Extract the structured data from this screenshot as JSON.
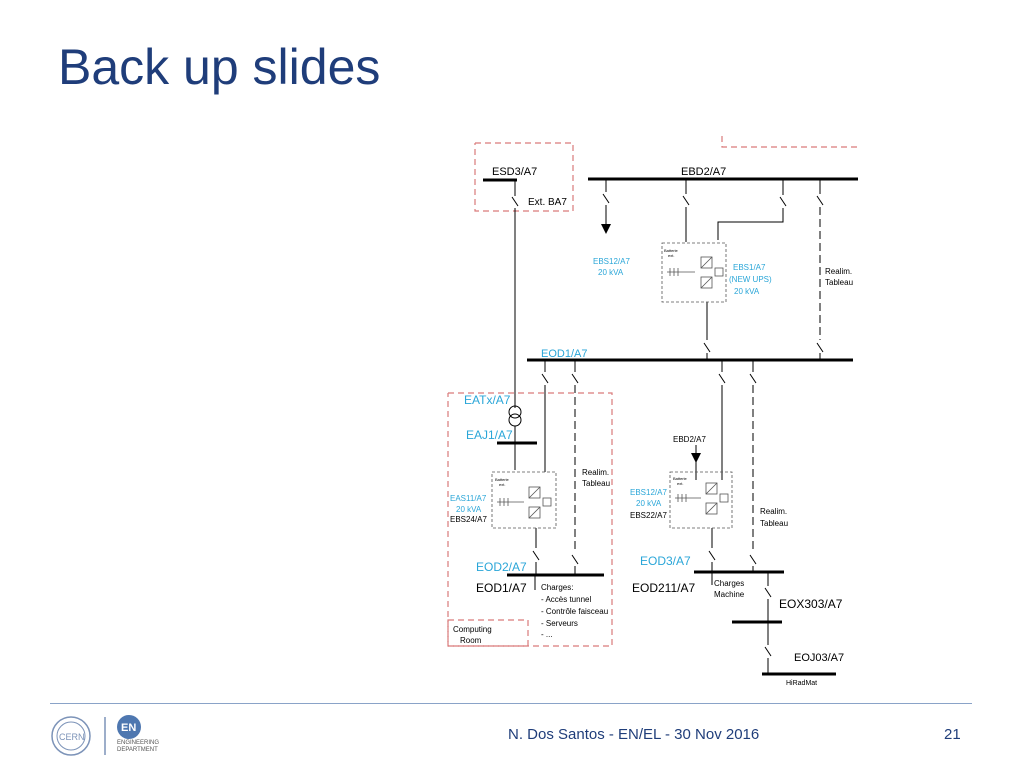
{
  "slide": {
    "title": "Back up slides",
    "footer": "N. Dos Santos - EN/EL - 30 Nov 2016",
    "page_number": "21"
  },
  "logos": {
    "cern": "CERN",
    "en": "EN",
    "en_caption_1": "ENGINEERING",
    "en_caption_2": "DEPARTMENT"
  },
  "diagram": {
    "esd3": "ESD3/A7",
    "ext_ba7": "Ext. BA7",
    "ebd2_top": "EBD2/A7",
    "ebs12_top_1": "EBS12/A7",
    "ebs12_top_2": "20 kVA",
    "ebs1_1": "EBS1/A7",
    "ebs1_2": "(NEW UPS)",
    "ebs1_3": "20 kVA",
    "realim_top_1": "Realim.",
    "realim_top_2": "Tableau",
    "eod1": "EOD1/A7",
    "eatx": "EATx/A7",
    "eaj1": "EAJ1/A7",
    "eas11_1": "EAS11/A7",
    "eas11_2": "20 kVA",
    "ebs24": "EBS24/A7",
    "realim_left_1": "Realim.",
    "realim_left_2": "Tableau",
    "eod2": "EOD2/A7",
    "eod1_low": "EOD1/A7",
    "charges_title": "Charges:",
    "charges_1": "- Accès tunnel",
    "charges_2": "- Contrôle faisceau",
    "charges_3": "- Serveurs",
    "charges_4": "- ...",
    "computing_1": "Computing",
    "computing_2": "Room",
    "ebd2_mid": "EBD2/A7",
    "ebs12_mid_1": "EBS12/A7",
    "ebs12_mid_2": "20 kVA",
    "ebs22": "EBS22/A7",
    "realim_right_1": "Realim.",
    "realim_right_2": "Tableau",
    "eod3": "EOD3/A7",
    "eod211": "EOD211/A7",
    "charges_machine_1": "Charges",
    "charges_machine_2": "Machine",
    "eox303": "EOX303/A7",
    "eoj03": "EOJ03/A7",
    "hiradmat": "HiRadMat",
    "batterie_1": "Batterie",
    "batterie_2": "ext."
  },
  "colors": {
    "title": "#1f3d7a",
    "cyan_label": "#2aa6d8",
    "dashed_red": "#d97a7a",
    "bus": "#000000"
  }
}
